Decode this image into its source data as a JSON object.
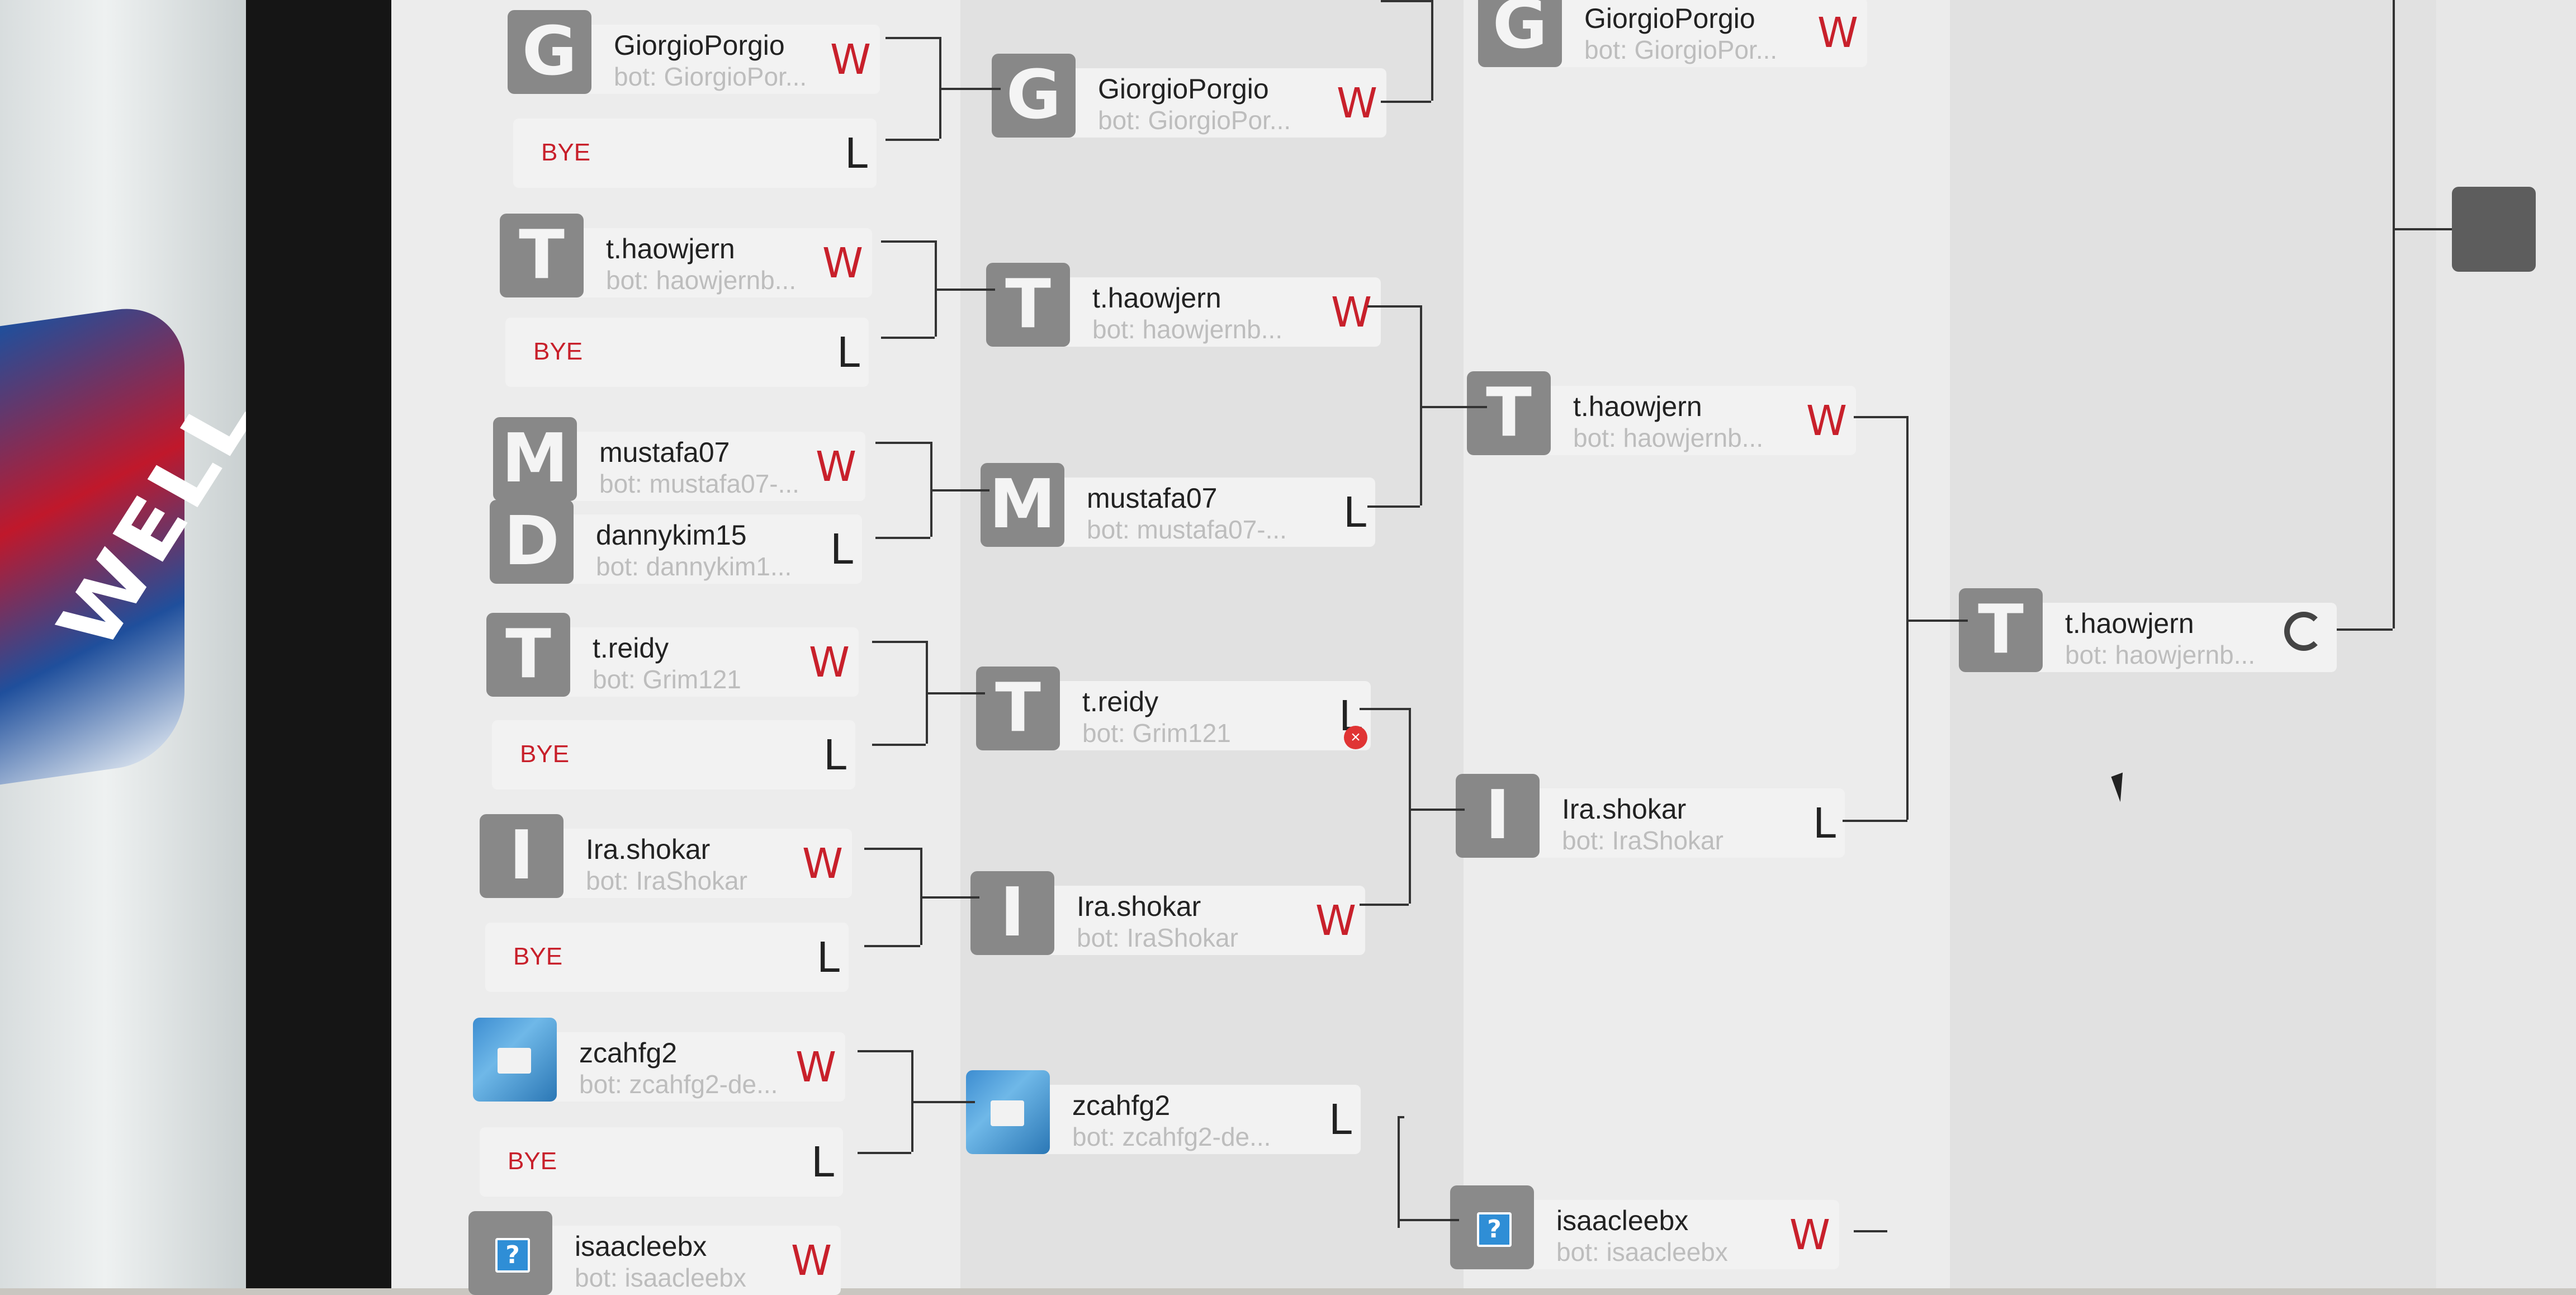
{
  "decor": {
    "bottle_label_text": "WELL"
  },
  "bracket": {
    "r1": [
      {
        "avatar": "G",
        "name": "GiorgioPorgio",
        "bot": "bot: GiorgioPor...",
        "result": "W"
      },
      {
        "bye": "BYE",
        "result": "L"
      },
      {
        "avatar": "T",
        "name": "t.haowjern",
        "bot": "bot: haowjernb...",
        "result": "W"
      },
      {
        "bye": "BYE",
        "result": "L"
      },
      {
        "avatar": "M",
        "name": "mustafa07",
        "bot": "bot: mustafa07-...",
        "result": "W"
      },
      {
        "avatar": "D",
        "name": "dannykim15",
        "bot": "bot: dannykim1...",
        "result": "L"
      },
      {
        "avatar": "T",
        "name": "t.reidy",
        "bot": "bot: Grim121",
        "result": "W"
      },
      {
        "bye": "BYE",
        "result": "L"
      },
      {
        "avatar": "I",
        "name": "Ira.shokar",
        "bot": "bot: IraShokar",
        "result": "W"
      },
      {
        "bye": "BYE",
        "result": "L"
      },
      {
        "avatar": "img",
        "name": "zcahfg2",
        "bot": "bot: zcahfg2-de...",
        "result": "W"
      },
      {
        "bye": "BYE",
        "result": "L"
      },
      {
        "avatar": "?",
        "name": "isaacleebx",
        "bot": "bot: isaacleebx",
        "result": "W"
      }
    ],
    "r2": [
      {
        "avatar": "G",
        "name": "GiorgioPorgio",
        "bot": "bot: GiorgioPor...",
        "result": "W"
      },
      {
        "avatar": "T",
        "name": "t.haowjern",
        "bot": "bot: haowjernb...",
        "result": "W"
      },
      {
        "avatar": "M",
        "name": "mustafa07",
        "bot": "bot: mustafa07-...",
        "result": "L"
      },
      {
        "avatar": "T",
        "name": "t.reidy",
        "bot": "bot: Grim121",
        "result": "L"
      },
      {
        "avatar": "I",
        "name": "Ira.shokar",
        "bot": "bot: IraShokar",
        "result": "W"
      },
      {
        "avatar": "img",
        "name": "zcahfg2",
        "bot": "bot: zcahfg2-de...",
        "result": "L"
      }
    ],
    "r3": [
      {
        "avatar": "G",
        "name": "GiorgioPorgio",
        "bot": "bot: GiorgioPor...",
        "result": "W"
      },
      {
        "avatar": "T",
        "name": "t.haowjern",
        "bot": "bot: haowjernb...",
        "result": "W"
      },
      {
        "avatar": "I",
        "name": "Ira.shokar",
        "bot": "bot: IraShokar",
        "result": "L"
      },
      {
        "avatar": "?",
        "name": "isaacleebx",
        "bot": "bot: isaacleebx",
        "result": "W"
      }
    ],
    "r4": [
      {
        "avatar": "T",
        "name": "t.haowjern",
        "bot": "bot: haowjernb...",
        "result": ""
      }
    ],
    "close_glyph": "×"
  }
}
